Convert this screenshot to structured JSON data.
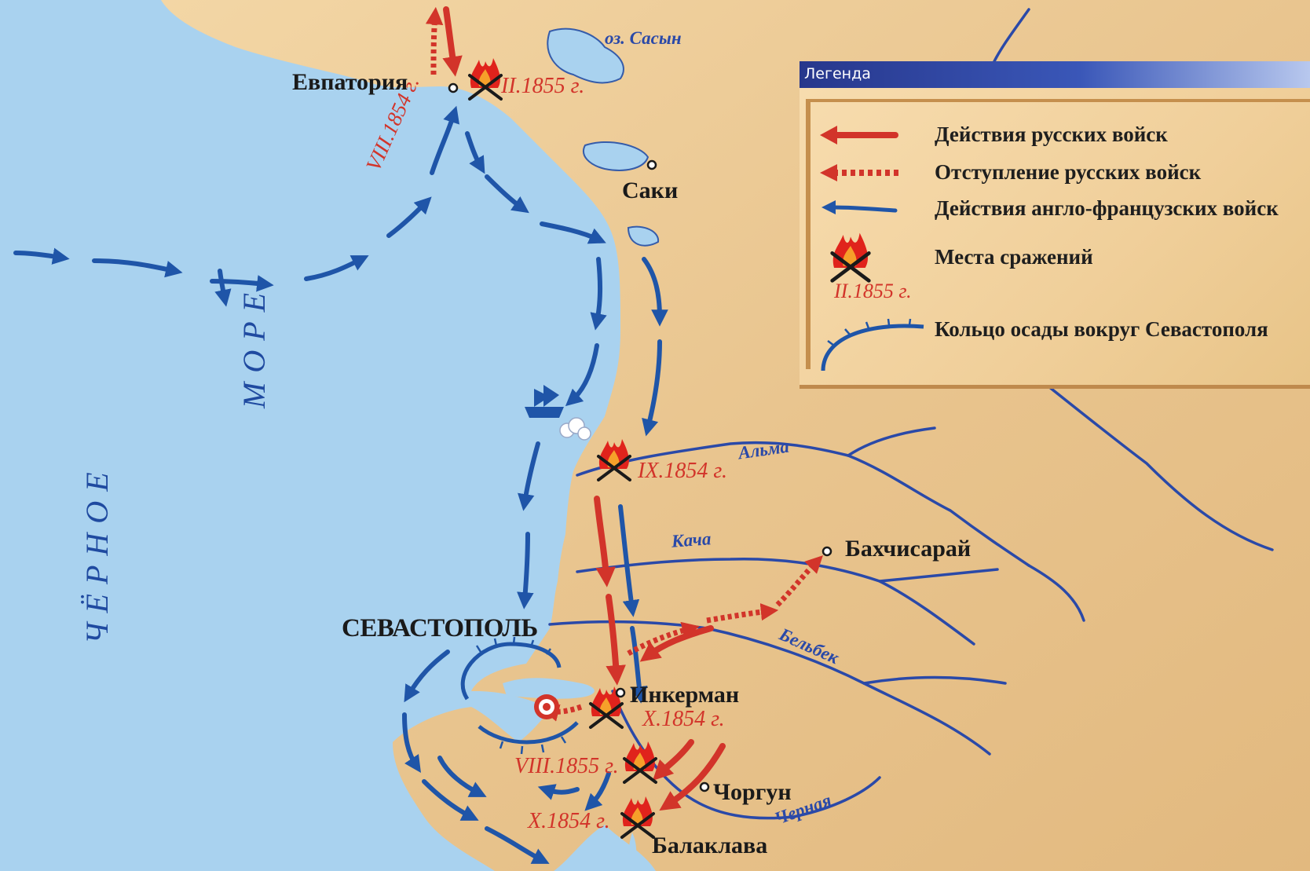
{
  "legend": {
    "title": "Легенда",
    "items": [
      {
        "label": "Действия русских войск",
        "symbol": "red-solid-arrow-icon"
      },
      {
        "label": "Отступление русских войск",
        "symbol": "red-dashed-arrow-icon"
      },
      {
        "label": "Действия англо-французских войск",
        "symbol": "blue-arrow-icon"
      },
      {
        "label": "Места сражений",
        "symbol": "battle-icon",
        "sample_date": "II.1855 г."
      },
      {
        "label": "Кольцо осады вокруг Севастополя",
        "symbol": "siege-ring-icon"
      }
    ]
  },
  "places": {
    "evpatoria": "Евпатория",
    "saki": "Саки",
    "sevastopol": "СЕВАСТОПОЛЬ",
    "bakhchisaray": "Бахчисарай",
    "inkerman": "Инкерман",
    "chorgun": "Чоргун",
    "balaklava": "Балаклава"
  },
  "water": {
    "lake_sasyn": "оз. Сасын",
    "sea_part1": "Ч Ё Р Н О Е",
    "sea_part2": "М О Р Е"
  },
  "rivers": {
    "alma": "Альма",
    "kacha": "Кача",
    "belbek": "Бельбек",
    "chernaya": "Черная"
  },
  "dates": {
    "evpatoria": "II.1855 г.",
    "landing": "VIII.1854 г.",
    "alma": "IX.1854 г.",
    "inkerman": "X.1854 г.",
    "chernaya": "VIII.1855 г.",
    "balaklava": "X.1854 г."
  },
  "colors": {
    "sea": "#a9d2ef",
    "land": "#eccb97",
    "russian": "#d2342a",
    "allied": "#1f55a8",
    "river": "#2a49a8"
  }
}
